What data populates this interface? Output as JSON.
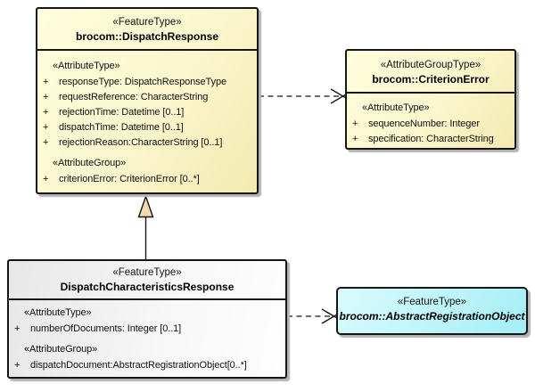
{
  "markers": {
    "public": "+"
  },
  "classes": {
    "dispatchResponse": {
      "stereotype": "«FeatureType»",
      "name": "brocom::DispatchResponse",
      "attr_heading": "«AttributeType»",
      "attributes": [
        "responseType: DispatchResponseType",
        "requestReference: CharacterString",
        "rejectionTime: Datetime [0..1]",
        "dispatchTime: Datetime [0..1]",
        "rejectionReason:CharacterString [0..1]"
      ],
      "group_heading": "«AttributeGroup»",
      "group_attributes": [
        "criterionError: CriterionError [0..*]"
      ]
    },
    "criterionError": {
      "stereotype": "«AttributeGroupType»",
      "name": "brocom::CriterionError",
      "attr_heading": "«AttributeType»",
      "attributes": [
        "sequenceNumber: Integer",
        "specification: CharacterString"
      ]
    },
    "dispatchCharacteristicsResponse": {
      "stereotype": "«FeatureType»",
      "name": "DispatchCharacteristicsResponse",
      "attr_heading": "«AttributeType»",
      "attributes": [
        "numberOfDocuments: Integer [0..1]"
      ],
      "group_heading": "«AttributeGroup»",
      "group_attributes": [
        "dispatchDocument:AbstractRegistrationObject[0..*]"
      ]
    },
    "abstractRegistrationObject": {
      "stereotype": "«FeatureType»",
      "name": "brocom::AbstractRegistrationObject"
    }
  },
  "relationships": [
    {
      "type": "dependency",
      "from": "brocom::DispatchResponse",
      "to": "brocom::CriterionError",
      "line": "dashed",
      "arrowhead": "open"
    },
    {
      "type": "generalization",
      "from": "DispatchCharacteristicsResponse",
      "to": "brocom::DispatchResponse",
      "line": "solid",
      "arrowhead": "triangle"
    },
    {
      "type": "dependency",
      "from": "DispatchCharacteristicsResponse",
      "to": "brocom::AbstractRegistrationObject",
      "line": "dashed",
      "arrowhead": "open"
    }
  ],
  "colors": {
    "class_yellow_light": "#FEFEDD",
    "class_yellow_dark": "#F3EAB0",
    "class_gray_light": "#FEFEFE",
    "class_gray_dark": "#E7E7E7",
    "class_cyan_light": "#D9FBFD",
    "class_cyan_dark": "#A2EEF7",
    "border": "#161616",
    "shadow": "#B3B3B3",
    "generalization_triangle_fill": "#F1DAB0"
  }
}
